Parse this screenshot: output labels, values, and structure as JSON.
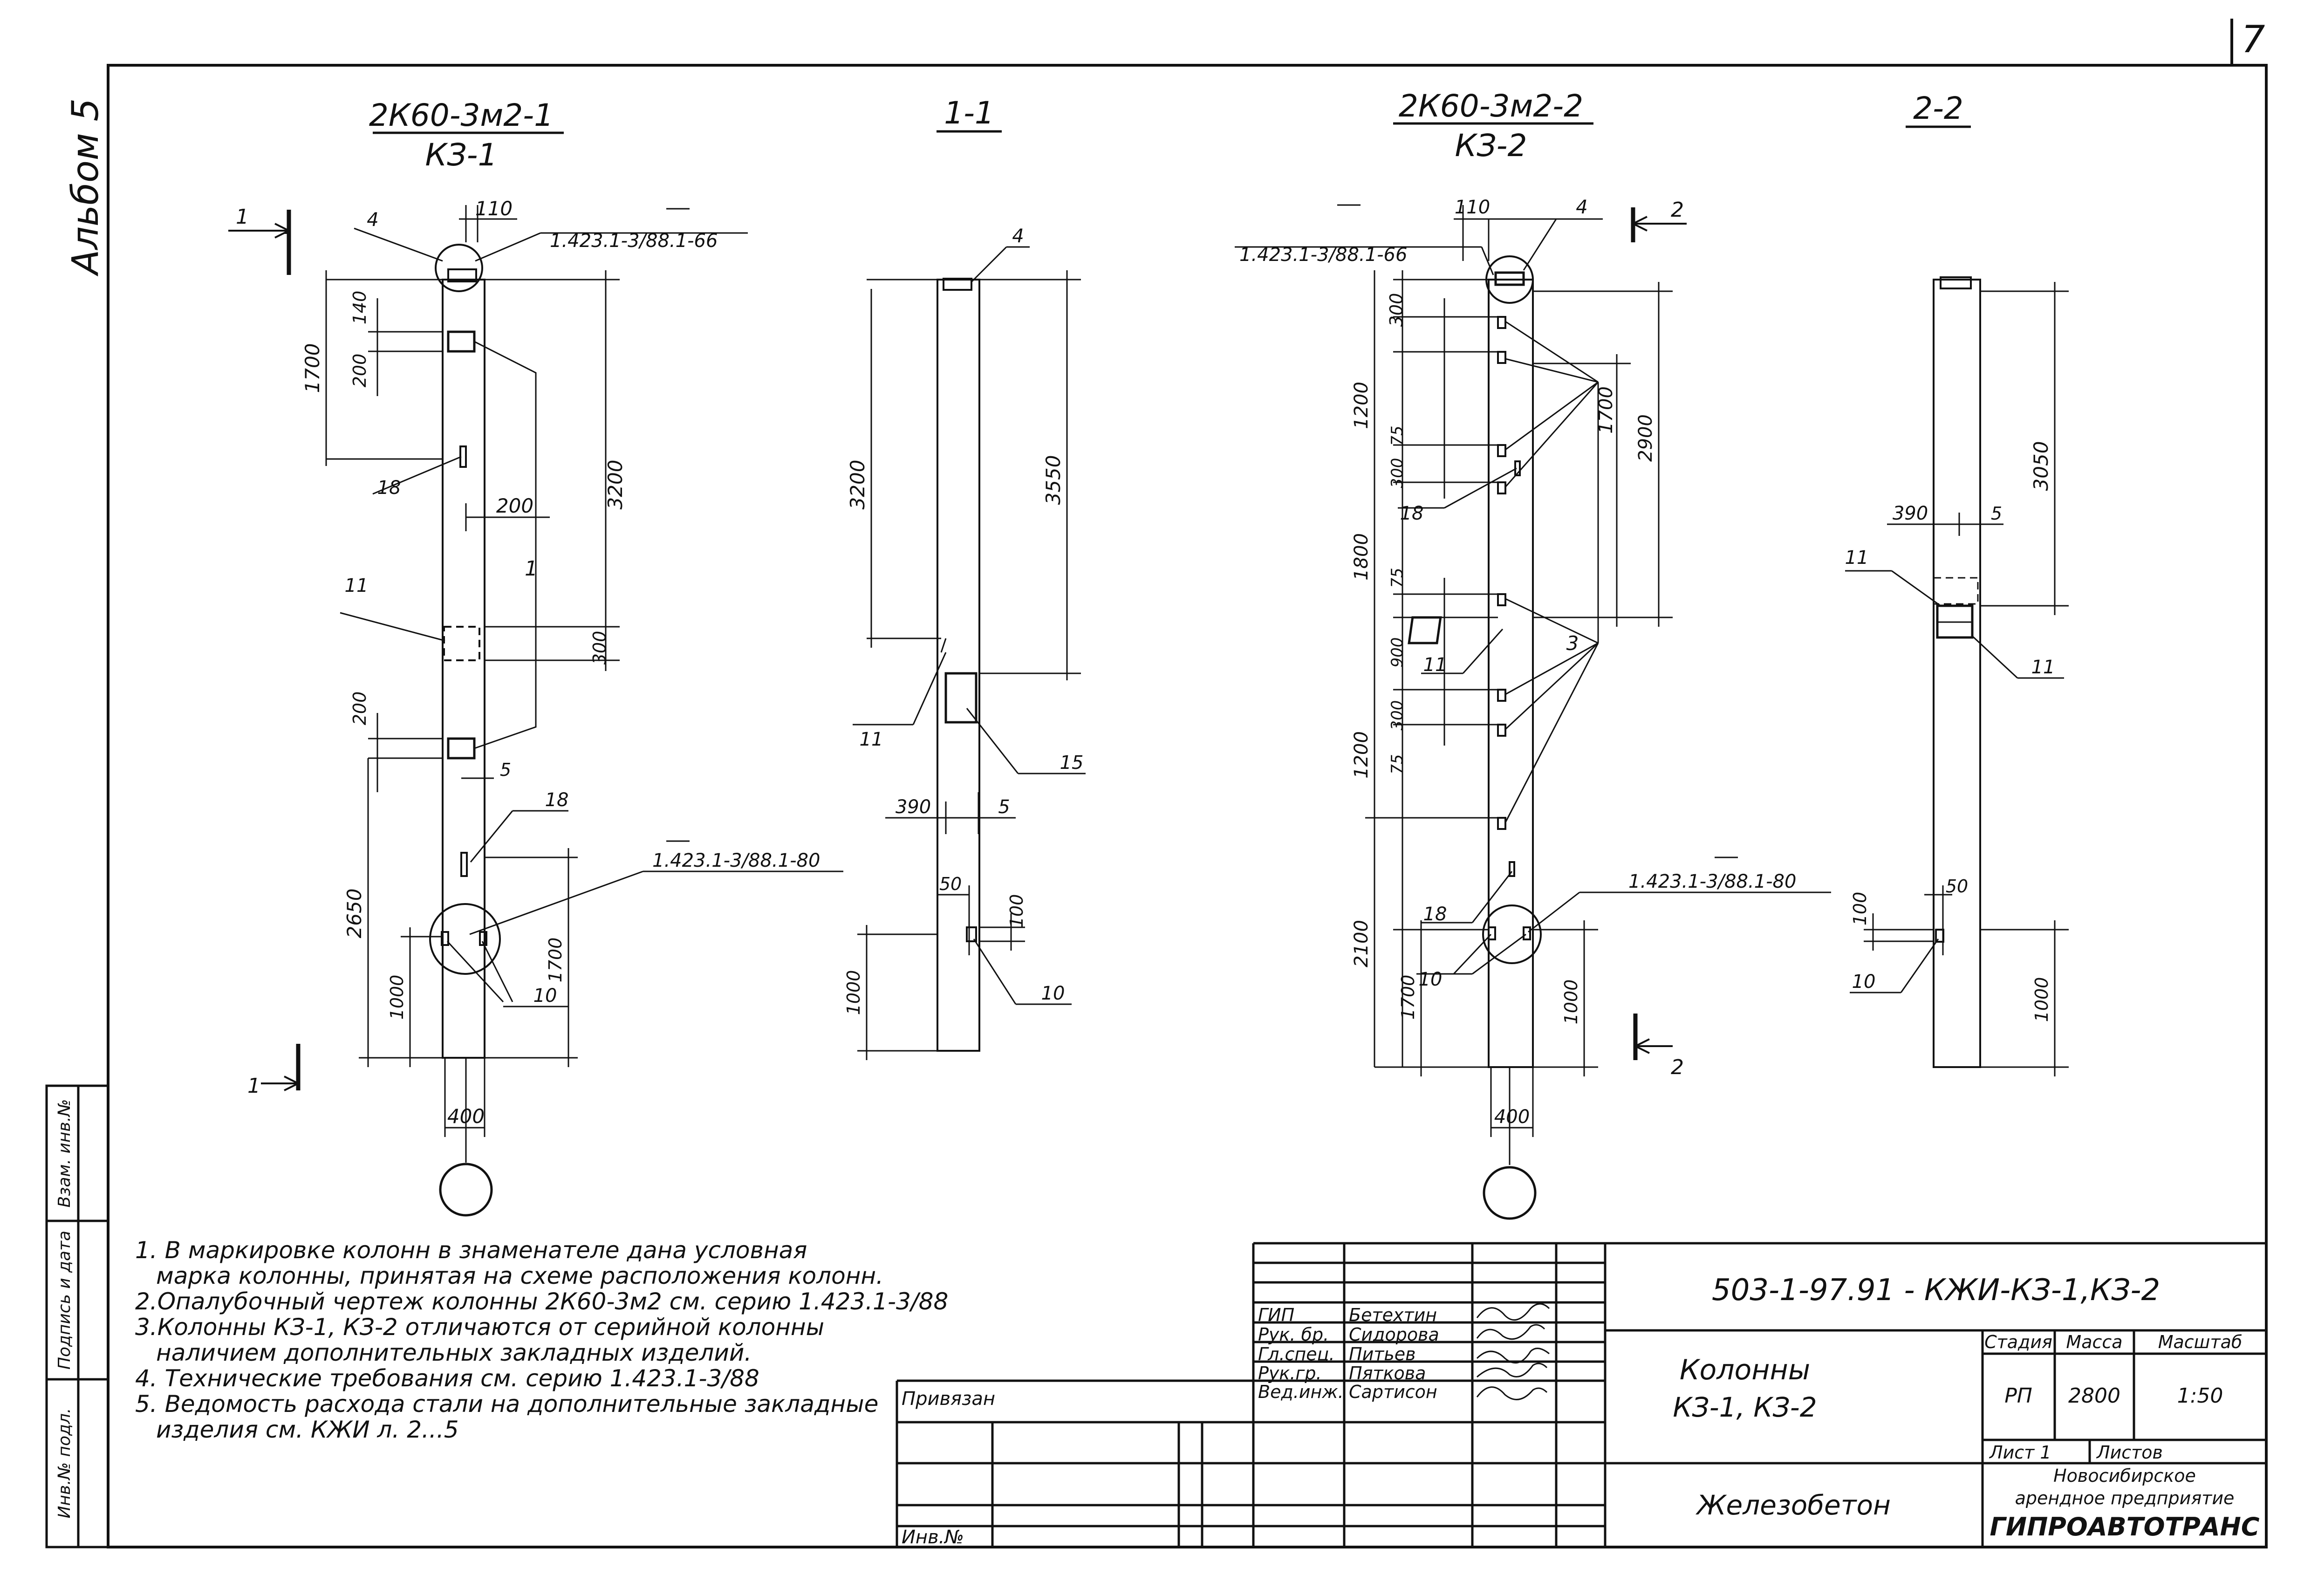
{
  "sheet": {
    "page_number": "7",
    "album": "Альбом 5"
  },
  "side_stamp": {
    "inv_podl": "Инв.№ подл.",
    "podpis_data": "Подпись и дата",
    "vzam_inv": "Взам. инв.№"
  },
  "views": {
    "v1": {
      "title": "2К60-3м2-1",
      "subtitle": "КЗ-1"
    },
    "v2": {
      "title": "1-1"
    },
    "v3": {
      "title": "2К60-3м2-2",
      "subtitle": "КЗ-2"
    },
    "v4": {
      "title": "2-2"
    }
  },
  "refs": {
    "top_detail": "1.423.1-3/88.1-66",
    "bottom_detail": "1.423.1-3/88.1-80"
  },
  "section_marks": {
    "s1": "1",
    "s2": "2"
  },
  "col1": {
    "d110": "110",
    "d1700_top": "1700",
    "d140": "140",
    "d200_a": "200",
    "d3200": "3200",
    "d200_b": "200",
    "d300": "300",
    "d200_c": "200",
    "d5": "5",
    "d2650": "2650",
    "d1000": "1000",
    "d1700_bot": "1700",
    "d400": "400",
    "brace": "1",
    "p4": "4",
    "p18_a": "18",
    "p11": "11",
    "p18_b": "18",
    "p10": "10"
  },
  "col2": {
    "d3200": "3200",
    "d3550": "3550",
    "d390": "390",
    "d5": "5",
    "d50": "50",
    "d100": "100",
    "d1000": "1000",
    "p4": "4",
    "p11": "11",
    "p15": "15",
    "p10": "10"
  },
  "col3": {
    "d110": "110",
    "d300_a": "300",
    "d1200_a": "1200",
    "d75_a": "75",
    "d300_b": "300",
    "d1800": "1800",
    "d75_b": "75",
    "d900": "900",
    "d300_c": "300",
    "d1200_b": "1200",
    "d75_c": "75",
    "d2100": "2100",
    "d1700_l": "1700",
    "d1700_r": "1700",
    "d2900": "2900",
    "d1000": "1000",
    "d400": "400",
    "brace": "3",
    "p4": "4",
    "p18_a": "18",
    "p11": "11",
    "p18_b": "18",
    "p10": "10"
  },
  "col4": {
    "d390": "390",
    "d5": "5",
    "d3050": "3050",
    "d100": "100",
    "d50": "50",
    "d1000": "1000",
    "p11_a": "11",
    "p11_b": "11",
    "p10": "10"
  },
  "notes": [
    "1. В маркировке колонн в знаменателе дана условная",
    "марка колонны, принятая на схеме расположения колонн.",
    "2.Опалубочный чертеж колонны 2К60-3м2 см. серию 1.423.1-3/88",
    "3.Колонны КЗ-1, КЗ-2 отличаются от серийной колонны",
    "наличием дополнительных закладных изделий.",
    "4. Технические требования см. серию 1.423.1-3/88",
    "5. Ведомость расхода стали на дополнительные закладные",
    "изделия см. КЖИ л. 2...5"
  ],
  "title_block": {
    "privyazan": "Привязан",
    "inv_no": "Инв.№",
    "code": "503-1-97.91 - КЖИ-КЗ-1,КЗ-2",
    "name1": "Колонны",
    "name2": "КЗ-1, КЗ-2",
    "material": "Железобетон",
    "stadiya_label": "Стадия",
    "massa_label": "Масса",
    "masshtab_label": "Масштаб",
    "stadiya": "РП",
    "massa": "2800",
    "masshtab": "1:50",
    "list_label": "Лист 1",
    "listov_label": "Листов",
    "org1": "Новосибирское",
    "org2": "арендное предприятие",
    "org3": "ГИПРОАВТОТРАНС",
    "roles": [
      {
        "role": "ГИП",
        "name": "Бетехтин"
      },
      {
        "role": "Рук. бр.",
        "name": "Сидорова"
      },
      {
        "role": "Гл.спец.",
        "name": "Питьев"
      },
      {
        "role": "Рук.гр.",
        "name": "Пяткова"
      },
      {
        "role": "Вед.инж.",
        "name": "Сартисон"
      }
    ]
  }
}
